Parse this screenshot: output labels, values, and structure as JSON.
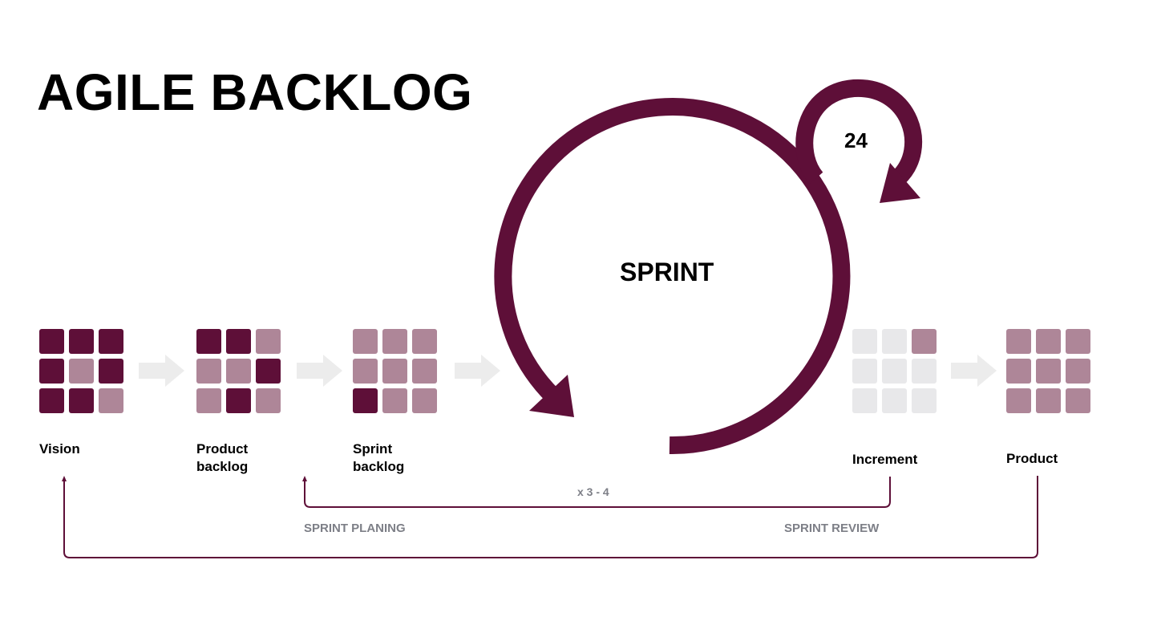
{
  "title": "AGILE BACKLOG",
  "sprint_label": "SPRINT",
  "daily_label": "24",
  "repeat_label": "x 3 - 4",
  "sprint_planning_label": "SPRINT PLANING",
  "sprint_review_label": "SPRINT REVIEW",
  "colors": {
    "dark": "#5e0f38",
    "light": "#ae8698",
    "empty": "#e8e8ea",
    "arrow": "#ececec"
  },
  "stages": [
    {
      "name": "vision",
      "label": "Vision",
      "cells": [
        "d",
        "d",
        "d",
        "d",
        "l",
        "d",
        "d",
        "d",
        "l"
      ]
    },
    {
      "name": "product-backlog",
      "label": "Product backlog",
      "cells": [
        "d",
        "d",
        "l",
        "l",
        "l",
        "d",
        "l",
        "d",
        "l"
      ]
    },
    {
      "name": "sprint-backlog",
      "label": "Sprint backlog",
      "cells": [
        "l",
        "l",
        "l",
        "l",
        "l",
        "l",
        "d",
        "l",
        "l"
      ]
    },
    {
      "name": "increment",
      "label": "Increment",
      "cells": [
        "e",
        "e",
        "l",
        "e",
        "e",
        "e",
        "e",
        "e",
        "e"
      ]
    },
    {
      "name": "product",
      "label": "Product",
      "cells": [
        "l",
        "l",
        "l",
        "l",
        "l",
        "l",
        "l",
        "l",
        "l"
      ]
    }
  ]
}
